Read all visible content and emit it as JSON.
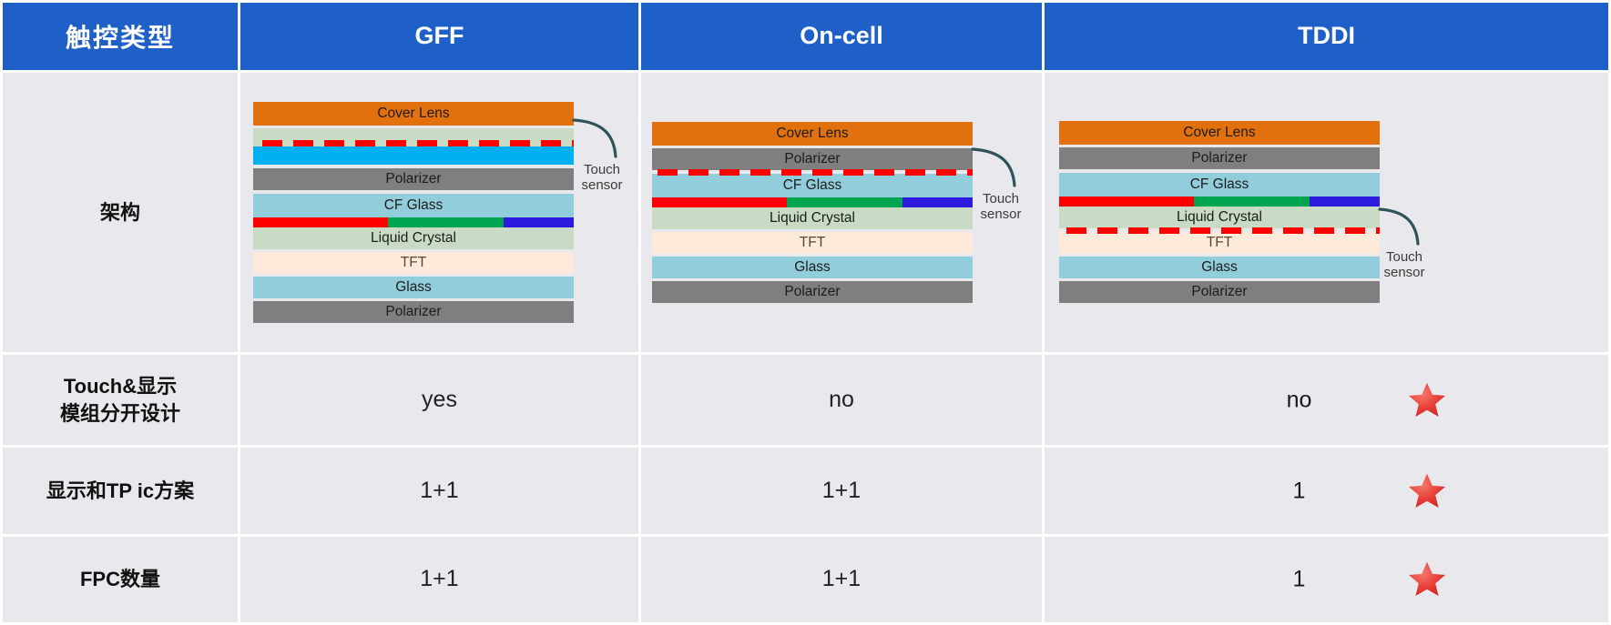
{
  "table": {
    "headers": [
      {
        "label": "触控类型",
        "name": "header-touch-type"
      },
      {
        "label": "GFF",
        "name": "header-gff"
      },
      {
        "label": "On-cell",
        "name": "header-on-cell"
      },
      {
        "label": "TDDI",
        "name": "header-tddi"
      }
    ],
    "rows": [
      {
        "label_lines": [
          "架构"
        ],
        "gff": "",
        "oncell": "",
        "tddi": ""
      },
      {
        "label_lines": [
          "Touch&显示",
          "模组分开设计"
        ],
        "gff": "yes",
        "oncell": "no",
        "tddi": "no",
        "tddi_star": true
      },
      {
        "label_lines": [
          "显示和TP ic方案"
        ],
        "gff": "1+1",
        "oncell": "1+1",
        "tddi": "1",
        "tddi_star": true
      },
      {
        "label_lines": [
          "FPC数量"
        ],
        "gff": "1+1",
        "oncell": "1+1",
        "tddi": "1",
        "tddi_star": true
      }
    ]
  },
  "diagrams": {
    "gff": {
      "callout": {
        "line1": "Touch",
        "line2": "sensor"
      },
      "layers": [
        {
          "label": "Cover Lens",
          "type": "cover"
        },
        {
          "label": "",
          "type": "green-oca"
        },
        {
          "label": "",
          "type": "touch-dash"
        },
        {
          "label": "",
          "type": "cyan-film"
        },
        {
          "label": "Polarizer",
          "type": "polarizer"
        },
        {
          "label": "CF Glass",
          "type": "cf-glass"
        },
        {
          "label": "",
          "type": "rgb-filter"
        },
        {
          "label": "Liquid Crystal",
          "type": "liquid-crystal"
        },
        {
          "label": "TFT",
          "type": "tft"
        },
        {
          "label": "Glass",
          "type": "glass"
        },
        {
          "label": "Polarizer",
          "type": "polarizer"
        }
      ]
    },
    "oncell": {
      "callout": {
        "line1": "Touch",
        "line2": "sensor"
      },
      "layers": [
        {
          "label": "Cover Lens",
          "type": "cover"
        },
        {
          "label": "Polarizer",
          "type": "polarizer"
        },
        {
          "label": "",
          "type": "touch-dash"
        },
        {
          "label": "CF Glass",
          "type": "cf-glass"
        },
        {
          "label": "",
          "type": "rgb-filter"
        },
        {
          "label": "Liquid Crystal",
          "type": "liquid-crystal"
        },
        {
          "label": "TFT",
          "type": "tft"
        },
        {
          "label": "Glass",
          "type": "glass"
        },
        {
          "label": "Polarizer",
          "type": "polarizer"
        }
      ]
    },
    "tddi": {
      "callout": {
        "line1": "Touch",
        "line2": "sensor"
      },
      "layers": [
        {
          "label": "Cover Lens",
          "type": "cover"
        },
        {
          "label": "Polarizer",
          "type": "polarizer"
        },
        {
          "label": "CF Glass",
          "type": "cf-glass"
        },
        {
          "label": "",
          "type": "rgb-filter"
        },
        {
          "label": "Liquid Crystal",
          "type": "liquid-crystal"
        },
        {
          "label": "",
          "type": "touch-dash"
        },
        {
          "label": "TFT",
          "type": "tft"
        },
        {
          "label": "Glass",
          "type": "glass"
        },
        {
          "label": "Polarizer",
          "type": "polarizer"
        }
      ]
    }
  },
  "colors": {
    "header_blue": "#1F5FC8",
    "cell_bg": "#E9E8EC",
    "cover_lens": "#E2700C",
    "polarizer": "#7F7F7F",
    "cf_glass": "#92CDDC",
    "liquid_crystal": "#C9DBC4",
    "tft": "#FDEADA",
    "touch_sensor_dash": "#FF0000",
    "cyan_film": "#00B0F0",
    "star": "#E8413A"
  }
}
